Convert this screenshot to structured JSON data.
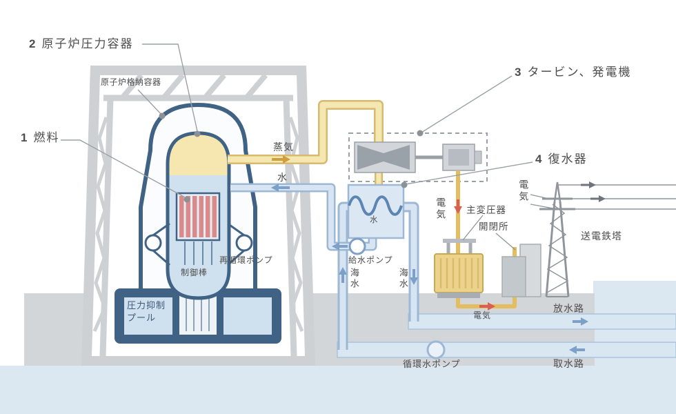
{
  "callouts": {
    "fuel": {
      "num": "1",
      "label": "燃料"
    },
    "rpv": {
      "num": "2",
      "label": "原子炉圧力容器"
    },
    "turbine": {
      "num": "3",
      "label": "タービン、発電機"
    },
    "condenser": {
      "num": "4",
      "label": "復水器"
    }
  },
  "labels": {
    "containment": "原子炉格納容器",
    "steam": "蒸気",
    "water": "水",
    "electricity_turbine": "電気",
    "main_transformer": "主変圧器",
    "switchyard": "開閉所",
    "electricity_grid": "電気",
    "transmission_tower": "送電鉄塔",
    "recirculation_pump": "再循環ポンプ",
    "control_rods": "制御棒",
    "suppression_pool_line1": "圧力抑制",
    "suppression_pool_line2": "プール",
    "feedwater_pump": "給水ポンプ",
    "seawater_in": "海水",
    "seawater_out": "海水",
    "condenser_water": "水",
    "circulating_pump": "循環水ポンプ",
    "discharge_channel": "放水路",
    "intake_channel": "取水路",
    "electricity_out": "電気"
  },
  "colors": {
    "navy": "#3f6285",
    "light_blue": "#cfe0ef",
    "pale_blue": "#dce8f1",
    "steam_yellow": "#f5e7b2",
    "pipe_yellow_border": "#d8ba6e",
    "electric_yellow": "#e3bd5e",
    "fuel_red": "#d98a8a",
    "arrow_red": "#d95f52",
    "arrow_blue": "#7da0c9",
    "arrow_tan": "#cf9f3e",
    "structure_gray": "#cdd1d4",
    "text_gray": "#4d4d4d"
  }
}
